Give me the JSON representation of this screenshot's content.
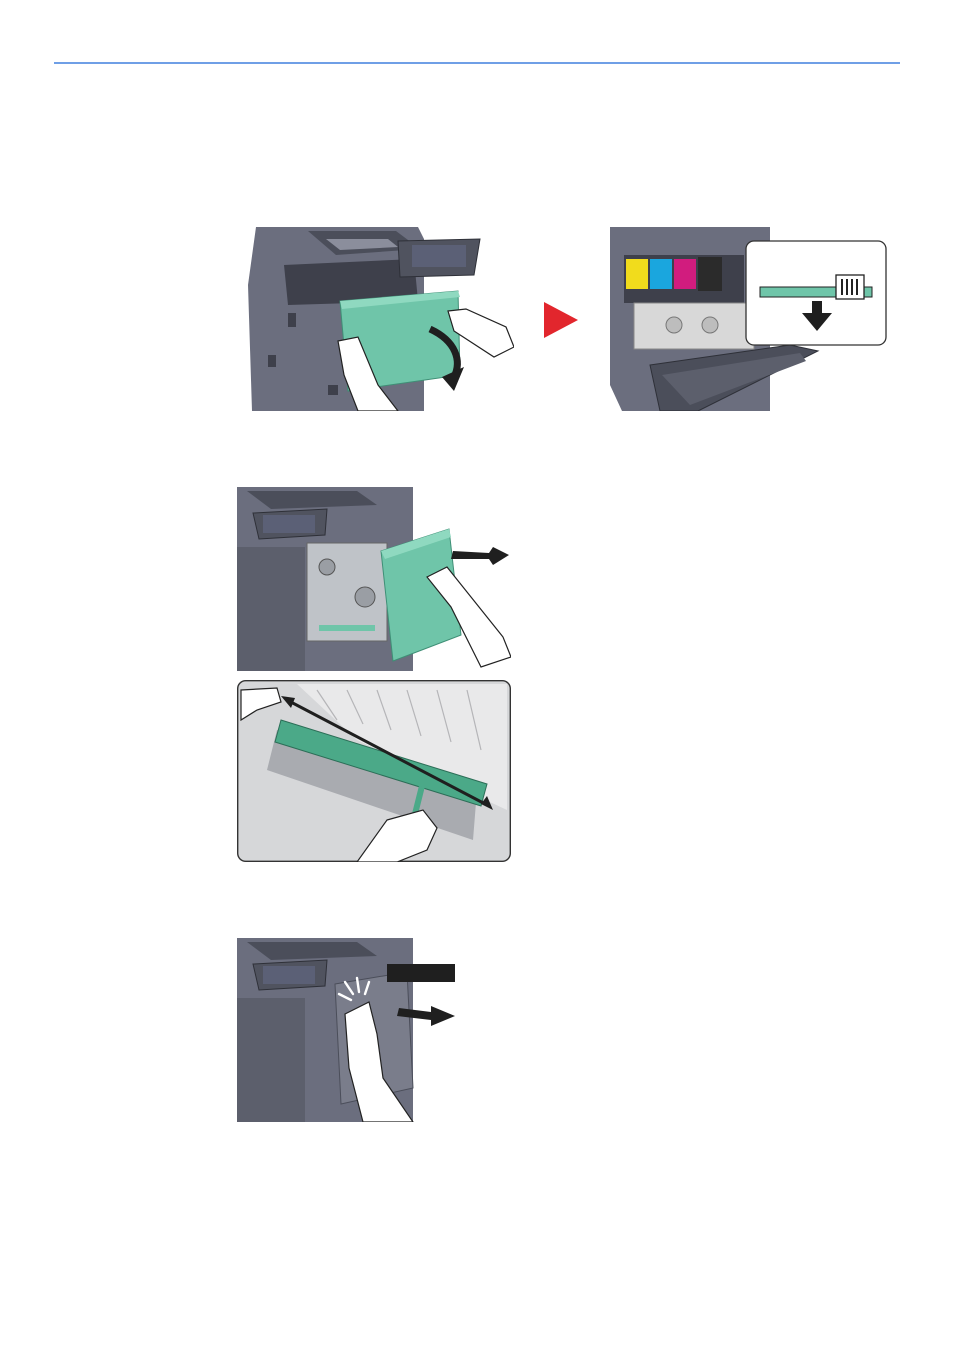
{
  "colors": {
    "header_rule": "#6f9fe6",
    "machine_body": "#6b6e7e",
    "machine_dark": "#3e404b",
    "panel_green": "#6fc5a9",
    "arrow_red": "#e2262d",
    "toner_yellow": "#f1dc1c",
    "toner_cyan": "#1aa6de",
    "toner_magenta": "#d11c7e",
    "toner_black": "#2b2b2b"
  },
  "figures": [
    {
      "name": "open-front-cover",
      "icons": [
        "hands-icon",
        "rotate-down-arrow-icon"
      ]
    },
    {
      "name": "step-arrow",
      "icons": [
        "play-right-arrow-icon"
      ]
    },
    {
      "name": "cleaning-brush-callout",
      "icons": [
        "cleaning-brush-icon",
        "down-arrow-icon"
      ]
    },
    {
      "name": "open-right-cover",
      "icons": [
        "pull-arrow-icon",
        "hand-icon"
      ]
    },
    {
      "name": "clean-transfer-roller",
      "icons": [
        "double-arrow-icon",
        "cleaning-brush-icon"
      ]
    },
    {
      "name": "close-right-cover",
      "icons": [
        "push-arrow-icon",
        "click-icon",
        "hand-icon"
      ]
    }
  ]
}
